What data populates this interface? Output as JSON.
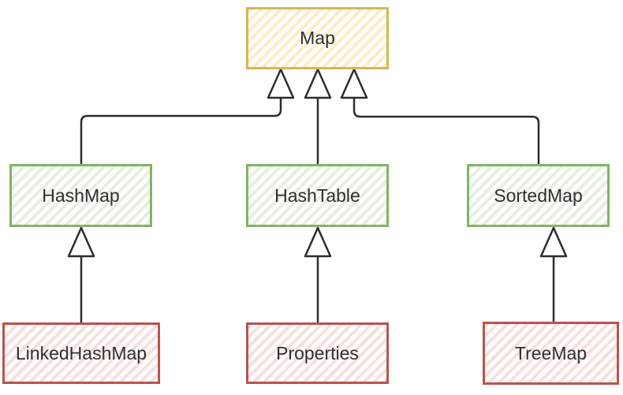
{
  "diagram": {
    "type": "class-hierarchy",
    "background_color": "#ffffff",
    "edge_color": "#2d2d2d",
    "arrow_style": "hollow-triangle",
    "nodes": [
      {
        "id": "map",
        "label": "Map",
        "fill": "#fff2cc",
        "stroke": "#d6b656",
        "hatch": true
      },
      {
        "id": "hashmap",
        "label": "HashMap",
        "fill": "#d5e8d4",
        "stroke": "#82b366",
        "hatch": true
      },
      {
        "id": "hashtable",
        "label": "HashTable",
        "fill": "#d5e8d4",
        "stroke": "#82b366",
        "hatch": true
      },
      {
        "id": "sortedmap",
        "label": "SortedMap",
        "fill": "#d5e8d4",
        "stroke": "#82b366",
        "hatch": true
      },
      {
        "id": "linkedhashmap",
        "label": "LinkedHashMap",
        "fill": "#f8cecc",
        "stroke": "#b85450",
        "hatch": true
      },
      {
        "id": "properties",
        "label": "Properties",
        "fill": "#f8cecc",
        "stroke": "#b85450",
        "hatch": true
      },
      {
        "id": "treemap",
        "label": "TreeMap",
        "fill": "#f8cecc",
        "stroke": "#b85450",
        "hatch": true
      }
    ],
    "edges": [
      {
        "from": "HashMap",
        "to": "Map",
        "arrow": "hollow-triangle"
      },
      {
        "from": "HashTable",
        "to": "Map",
        "arrow": "hollow-triangle"
      },
      {
        "from": "SortedMap",
        "to": "Map",
        "arrow": "hollow-triangle"
      },
      {
        "from": "LinkedHashMap",
        "to": "HashMap",
        "arrow": "hollow-triangle"
      },
      {
        "from": "Properties",
        "to": "HashTable",
        "arrow": "hollow-triangle"
      },
      {
        "from": "TreeMap",
        "to": "SortedMap",
        "arrow": "hollow-triangle"
      }
    ]
  }
}
